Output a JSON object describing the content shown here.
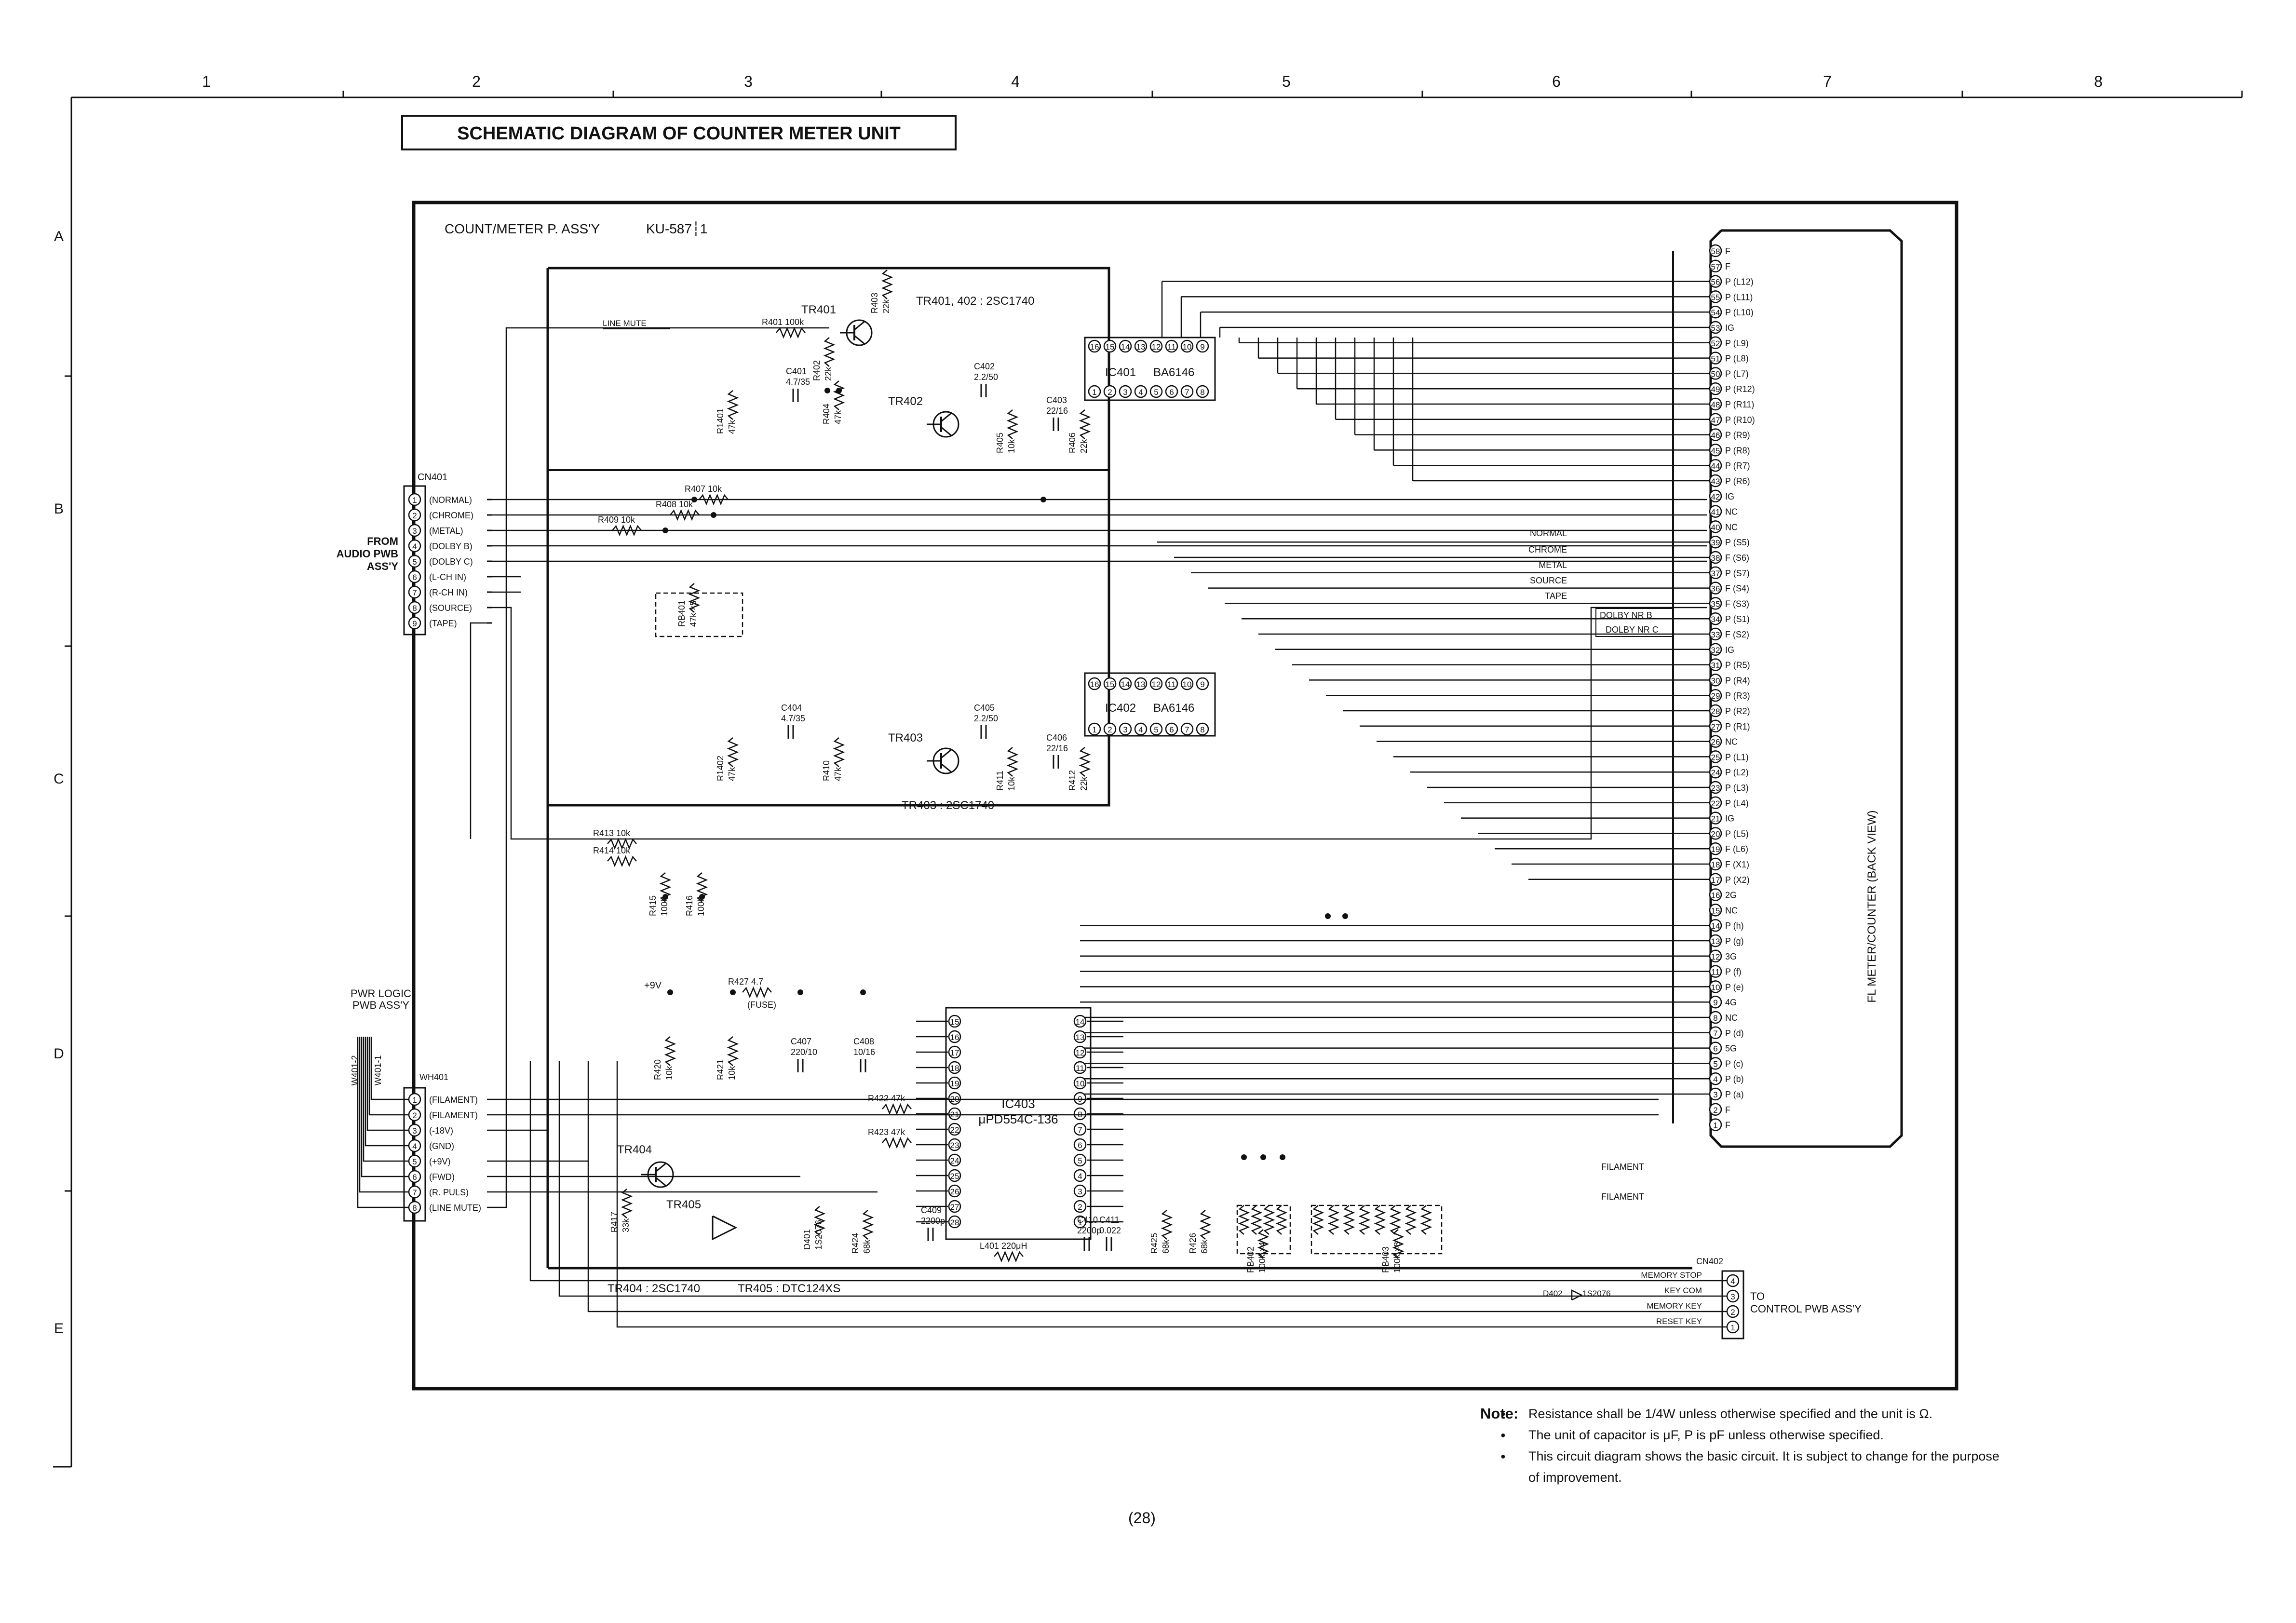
{
  "grid": {
    "columns": [
      "1",
      "2",
      "3",
      "4",
      "5",
      "6",
      "7",
      "8"
    ],
    "rows": [
      "A",
      "B",
      "C",
      "D",
      "E"
    ]
  },
  "title": "SCHEMATIC DIAGRAM OF COUNTER METER UNIT",
  "assembly": {
    "name": "COUNT/METER P. ASS'Y",
    "code": "KU-587┆1"
  },
  "cn401": {
    "ref": "CN401",
    "from_label": [
      "FROM",
      "AUDIO PWB",
      "ASS'Y"
    ],
    "pins": [
      "1",
      "2",
      "3",
      "4",
      "5",
      "6",
      "7",
      "8",
      "9"
    ],
    "signals": [
      "(NORMAL)",
      "(CHROME)",
      "(METAL)",
      "(DOLBY B)",
      "(DOLBY C)",
      "(L-CH IN)",
      "(R-CH IN)",
      "(SOURCE)",
      "(TAPE)"
    ]
  },
  "wh401": {
    "ref": "WH401",
    "from_label": [
      "PWR LOGIC",
      "PWB ASS'Y"
    ],
    "wires": [
      "W401-2",
      "W401-1"
    ],
    "pins": [
      "1",
      "2",
      "3",
      "4",
      "5",
      "6",
      "7",
      "8"
    ],
    "signals": [
      "(FILAMENT)",
      "(FILAMENT)",
      "(-18V)",
      "(GND)",
      "(+9V)",
      "(FWD)",
      "(R. PULS)",
      "(LINE MUTE)"
    ]
  },
  "cn402": {
    "ref": "CN402",
    "to_label": [
      "TO",
      "CONTROL PWB ASS'Y"
    ],
    "pins": [
      "4",
      "3",
      "2",
      "1"
    ],
    "signals": [
      "MEMORY STOP",
      "KEY COM",
      "MEMORY KEY",
      "RESET KEY"
    ]
  },
  "fl_meter": {
    "label": "FL METER/COUNTER (BACK VIEW)",
    "pins": [
      {
        "n": "58",
        "s": "F"
      },
      {
        "n": "57",
        "s": "F"
      },
      {
        "n": "56",
        "s": "P (L12)"
      },
      {
        "n": "55",
        "s": "P (L11)"
      },
      {
        "n": "54",
        "s": "P (L10)"
      },
      {
        "n": "53",
        "s": "IG"
      },
      {
        "n": "52",
        "s": "P (L9)"
      },
      {
        "n": "51",
        "s": "P (L8)"
      },
      {
        "n": "50",
        "s": "P (L7)"
      },
      {
        "n": "49",
        "s": "P (R12)"
      },
      {
        "n": "48",
        "s": "P (R11)"
      },
      {
        "n": "47",
        "s": "P (R10)"
      },
      {
        "n": "46",
        "s": "P (R9)"
      },
      {
        "n": "45",
        "s": "P (R8)"
      },
      {
        "n": "44",
        "s": "P (R7)"
      },
      {
        "n": "43",
        "s": "P (R6)"
      },
      {
        "n": "42",
        "s": "IG"
      },
      {
        "n": "41",
        "s": "NC"
      },
      {
        "n": "40",
        "s": "NC"
      },
      {
        "n": "39",
        "s": "P (S5)"
      },
      {
        "n": "38",
        "s": "F (S6)"
      },
      {
        "n": "37",
        "s": "P (S7)"
      },
      {
        "n": "36",
        "s": "F (S4)"
      },
      {
        "n": "35",
        "s": "F (S3)"
      },
      {
        "n": "34",
        "s": "P (S1)"
      },
      {
        "n": "33",
        "s": "F (S2)"
      },
      {
        "n": "32",
        "s": "IG"
      },
      {
        "n": "31",
        "s": "P (R5)"
      },
      {
        "n": "30",
        "s": "P (R4)"
      },
      {
        "n": "29",
        "s": "P (R3)"
      },
      {
        "n": "28",
        "s": "P (R2)"
      },
      {
        "n": "27",
        "s": "P (R1)"
      },
      {
        "n": "26",
        "s": "NC"
      },
      {
        "n": "25",
        "s": "P (L1)"
      },
      {
        "n": "24",
        "s": "P (L2)"
      },
      {
        "n": "23",
        "s": "P (L3)"
      },
      {
        "n": "22",
        "s": "P (L4)"
      },
      {
        "n": "21",
        "s": "IG"
      },
      {
        "n": "20",
        "s": "P (L5)"
      },
      {
        "n": "19",
        "s": "F (L6)"
      },
      {
        "n": "18",
        "s": "F (X1)"
      },
      {
        "n": "17",
        "s": "P (X2)"
      },
      {
        "n": "16",
        "s": "2G"
      },
      {
        "n": "15",
        "s": "NC"
      },
      {
        "n": "14",
        "s": "P (h)"
      },
      {
        "n": "13",
        "s": "P (g)"
      },
      {
        "n": "12",
        "s": "3G"
      },
      {
        "n": "11",
        "s": "P (f)"
      },
      {
        "n": "10",
        "s": "P (e)"
      },
      {
        "n": "9",
        "s": "4G"
      },
      {
        "n": "8",
        "s": "NC"
      },
      {
        "n": "7",
        "s": "P (d)"
      },
      {
        "n": "6",
        "s": "5G"
      },
      {
        "n": "5",
        "s": "P (c)"
      },
      {
        "n": "4",
        "s": "P (b)"
      },
      {
        "n": "3",
        "s": "P (a)"
      },
      {
        "n": "2",
        "s": "F"
      },
      {
        "n": "1",
        "s": "F"
      }
    ]
  },
  "side_labels": [
    "NORMAL",
    "CHROME",
    "METAL",
    "SOURCE",
    "TAPE",
    "DOLBY NR B",
    "DOLBY NR C",
    "FILAMENT",
    "FILAMENT",
    "D402",
    "1S2076"
  ],
  "ic401": {
    "name": "IC401",
    "part": "BA6146",
    "top_pins": [
      "16",
      "15",
      "14",
      "13",
      "12",
      "11",
      "10",
      "9"
    ],
    "bottom_pins": [
      "1",
      "2",
      "3",
      "4",
      "5",
      "6",
      "7",
      "8"
    ]
  },
  "ic402": {
    "name": "IC402",
    "part": "BA6146",
    "top_pins": [
      "16",
      "15",
      "14",
      "13",
      "12",
      "11",
      "10",
      "9"
    ],
    "bottom_pins": [
      "1",
      "2",
      "3",
      "4",
      "5",
      "6",
      "7",
      "8"
    ]
  },
  "ic403": {
    "name": "IC403",
    "part": "μPD554C-136",
    "left_pins": [
      "15",
      "16",
      "17",
      "18",
      "19",
      "20",
      "21",
      "22",
      "23",
      "24",
      "25",
      "26",
      "27",
      "28"
    ],
    "right_pins": [
      "14",
      "13",
      "12",
      "11",
      "10",
      "9",
      "8",
      "7",
      "6",
      "5",
      "4",
      "3",
      "2",
      "1"
    ]
  },
  "transistors": [
    {
      "ref": "TR401"
    },
    {
      "ref": "TR402"
    },
    {
      "ref": "TR403"
    },
    {
      "ref": "TR404"
    },
    {
      "ref": "TR405"
    }
  ],
  "transistor_notes": [
    "TR401, 402 : 2SC1740",
    "TR403 : 2SC1740",
    "TR404 : 2SC1740",
    "TR405 : DTC124XS"
  ],
  "line_mute_label": "LINE MUTE",
  "components": [
    {
      "ref": "R401",
      "val": "100k"
    },
    {
      "ref": "R402",
      "val": "22k"
    },
    {
      "ref": "R403",
      "val": "22k"
    },
    {
      "ref": "R1401",
      "val": "47k"
    },
    {
      "ref": "C401",
      "val": "4.7/35"
    },
    {
      "ref": "R404",
      "val": "47k"
    },
    {
      "ref": "C402",
      "val": "2.2/50"
    },
    {
      "ref": "R405",
      "val": "10k"
    },
    {
      "ref": "C403",
      "val": "22/16"
    },
    {
      "ref": "R406",
      "val": "22k"
    },
    {
      "ref": "R407",
      "val": "10k"
    },
    {
      "ref": "R408",
      "val": "10k"
    },
    {
      "ref": "R409",
      "val": "10k"
    },
    {
      "ref": "RB401",
      "val": "47k ×5"
    },
    {
      "ref": "C404",
      "val": "4.7/35"
    },
    {
      "ref": "C405",
      "val": "2.2/50"
    },
    {
      "ref": "R1402",
      "val": "47k"
    },
    {
      "ref": "R410",
      "val": "47k"
    },
    {
      "ref": "R411",
      "val": "10k"
    },
    {
      "ref": "C406",
      "val": "22/16"
    },
    {
      "ref": "R412",
      "val": "22k"
    },
    {
      "ref": "R413",
      "val": "10k"
    },
    {
      "ref": "R414",
      "val": "10k"
    },
    {
      "ref": "R415",
      "val": "100k"
    },
    {
      "ref": "R416",
      "val": "100k"
    },
    {
      "ref": "R427",
      "val": "4.7"
    },
    {
      "ref": "R420",
      "val": "10k"
    },
    {
      "ref": "R421",
      "val": "10k"
    },
    {
      "ref": "C407",
      "val": "220/10"
    },
    {
      "ref": "C408",
      "val": "10/16"
    },
    {
      "ref": "R422",
      "val": "47k"
    },
    {
      "ref": "R423",
      "val": "47k"
    },
    {
      "ref": "R417",
      "val": "33k"
    },
    {
      "ref": "D401",
      "val": "1S2076"
    },
    {
      "ref": "R424",
      "val": "68k"
    },
    {
      "ref": "C409",
      "val": "2200p"
    },
    {
      "ref": "L401",
      "val": "220μH"
    },
    {
      "ref": "C410",
      "val": "2200p"
    },
    {
      "ref": "C411",
      "val": "0.022"
    },
    {
      "ref": "R425",
      "val": "68k"
    },
    {
      "ref": "R426",
      "val": "68k"
    },
    {
      "ref": "RB402",
      "val": "100k ×4"
    },
    {
      "ref": "RB403",
      "val": "100k ×8"
    }
  ],
  "supply": {
    "v9": "+9V",
    "fuse": "(FUSE)"
  },
  "note": {
    "heading": "Note:",
    "items": [
      "Resistance shall be 1/4W unless otherwise specified and the unit is Ω.",
      "The unit of capacitor is μF, P is pF unless otherwise specified.",
      "This circuit diagram shows the basic circuit.  It is subject to change for the purpose of improvement."
    ]
  },
  "page_number": "(28)"
}
